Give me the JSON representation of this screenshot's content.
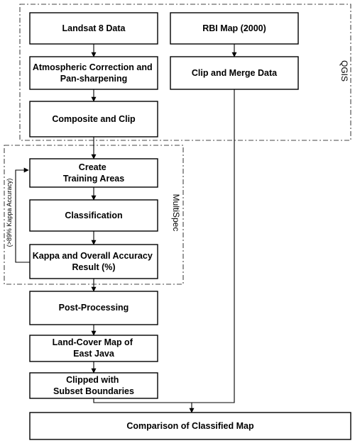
{
  "diagram": {
    "nodes": {
      "landsat": {
        "lines": [
          "Landsat 8 Data"
        ]
      },
      "atmos": {
        "lines": [
          "Atmospheric Correction and",
          "Pan-sharpening"
        ]
      },
      "composite": {
        "lines": [
          "Composite and Clip"
        ]
      },
      "rbi": {
        "lines": [
          "RBI Map (2000)"
        ]
      },
      "clipmerge": {
        "lines": [
          "Clip and Merge Data"
        ]
      },
      "training": {
        "lines": [
          "Create",
          "Training Areas"
        ]
      },
      "classification": {
        "lines": [
          "Classification"
        ]
      },
      "kappa": {
        "lines": [
          "Kappa and Overall Accuracy",
          "Result (%)"
        ]
      },
      "postproc": {
        "lines": [
          "Post-Processing"
        ]
      },
      "landcover": {
        "lines": [
          "Land-Cover Map of",
          "East Java"
        ]
      },
      "clipped": {
        "lines": [
          "Clipped with",
          "Subset Boundaries"
        ]
      },
      "comparison": {
        "lines": [
          "Comparison of Classified Map"
        ]
      }
    },
    "groups": {
      "qgis": {
        "label": "QGIS"
      },
      "multispec": {
        "label": "MultiSpec"
      }
    },
    "feedback": {
      "label": "(>89% Kappa Accuracy)"
    }
  }
}
